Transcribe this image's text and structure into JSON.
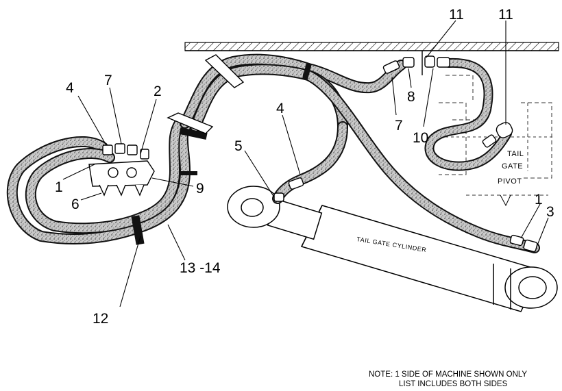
{
  "callouts": {
    "c1a": "1",
    "c1b": "1",
    "c2": "2",
    "c3": "3",
    "c4a": "4",
    "c4b": "4",
    "c5": "5",
    "c6": "6",
    "c7a": "7",
    "c7b": "7",
    "c8": "8",
    "c9": "9",
    "c10": "10",
    "c11a": "11",
    "c11b": "11",
    "c12": "12",
    "c13": "13 -14"
  },
  "labels": {
    "tail_gate_line1": "TAIL",
    "tail_gate_line2": "GATE",
    "tail_gate_line3": "PIVOT",
    "cylinder": "TAIL GATE CYLINDER"
  },
  "note": {
    "line1": "NOTE: 1 SIDE OF MACHINE SHOWN ONLY",
    "line2": "LIST INCLUDES BOTH SIDES"
  },
  "colors": {
    "ink": "#111111",
    "hose_fill": "#bdbdbd",
    "paper": "#ffffff"
  }
}
